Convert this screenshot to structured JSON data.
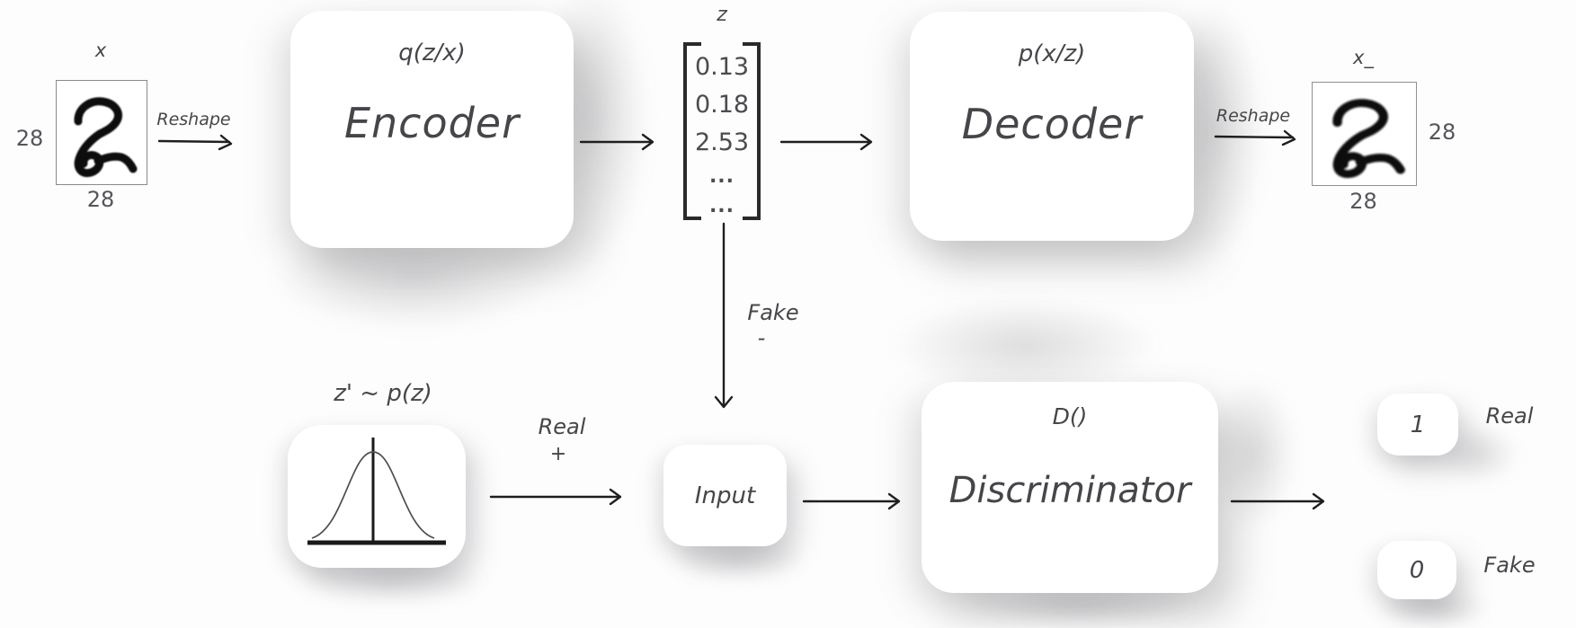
{
  "colors": {
    "background": "#fdfdfd",
    "card": "#ffffff",
    "ink": "#1f1f1f",
    "text": "#46464a",
    "muted": "#55555a"
  },
  "diagram": {
    "input_image": {
      "label": "x",
      "side_dim": "28",
      "bottom_dim": "28",
      "digit": "2"
    },
    "reshape_left": "Reshape",
    "encoder": {
      "formula": "q(z/x)",
      "name": "Encoder"
    },
    "latent": {
      "label": "z",
      "values": [
        "0.13",
        "0.18",
        "2.53",
        "...",
        "..."
      ]
    },
    "decoder": {
      "formula": "p(x/z)",
      "name": "Decoder"
    },
    "reshape_right": "Reshape",
    "output_image": {
      "label": "x_",
      "side_dim": "28",
      "bottom_dim": "28",
      "digit": "2"
    },
    "fake_branch": {
      "label": "Fake",
      "sign": "-"
    },
    "prior": {
      "label": "z' ~ p(z)"
    },
    "real_branch": {
      "label": "Real",
      "sign": "+"
    },
    "input_node": {
      "label": "Input"
    },
    "discriminator": {
      "formula": "D()",
      "name": "Discriminator"
    },
    "output_real": {
      "value": "1",
      "label": "Real"
    },
    "output_fake": {
      "value": "0",
      "label": "Fake"
    }
  }
}
